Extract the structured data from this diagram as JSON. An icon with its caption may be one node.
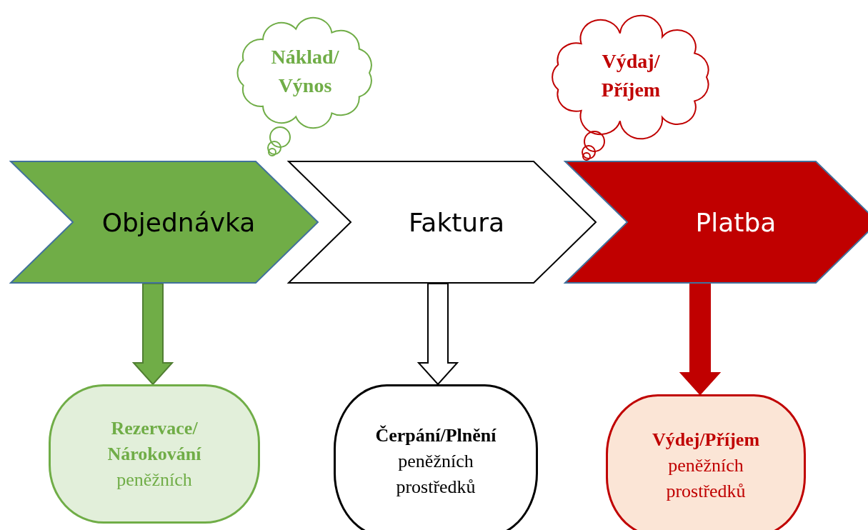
{
  "diagram": {
    "nodes": [
      {
        "text": [
          "Náklad/ Výnos"
        ]
      },
      {
        "text": [
          "Výdaj/ Příjem"
        ]
      },
      {
        "text": [
          "Objednávka"
        ]
      },
      {
        "text": [
          "Faktura"
        ]
      },
      {
        "text": [
          "Platba"
        ]
      },
      {
        "text": [
          "Rezervace/ Nárokování",
          "peněžních"
        ]
      },
      {
        "text": [
          "Čerpání/Plnění",
          "peněžních prostředků"
        ]
      },
      {
        "text": [
          "Výdej/Příjem",
          "peněžních prostředků"
        ]
      }
    ],
    "edges": [
      {
        "from": 2,
        "to": 5,
        "arrow": "to",
        "style": "thick",
        "color": "#70ad47"
      },
      {
        "from": 3,
        "to": 6,
        "arrow": "to",
        "style": "thick"
      },
      {
        "from": 4,
        "to": 7,
        "arrow": "to",
        "style": "thick",
        "color": "#c00000"
      }
    ]
  }
}
